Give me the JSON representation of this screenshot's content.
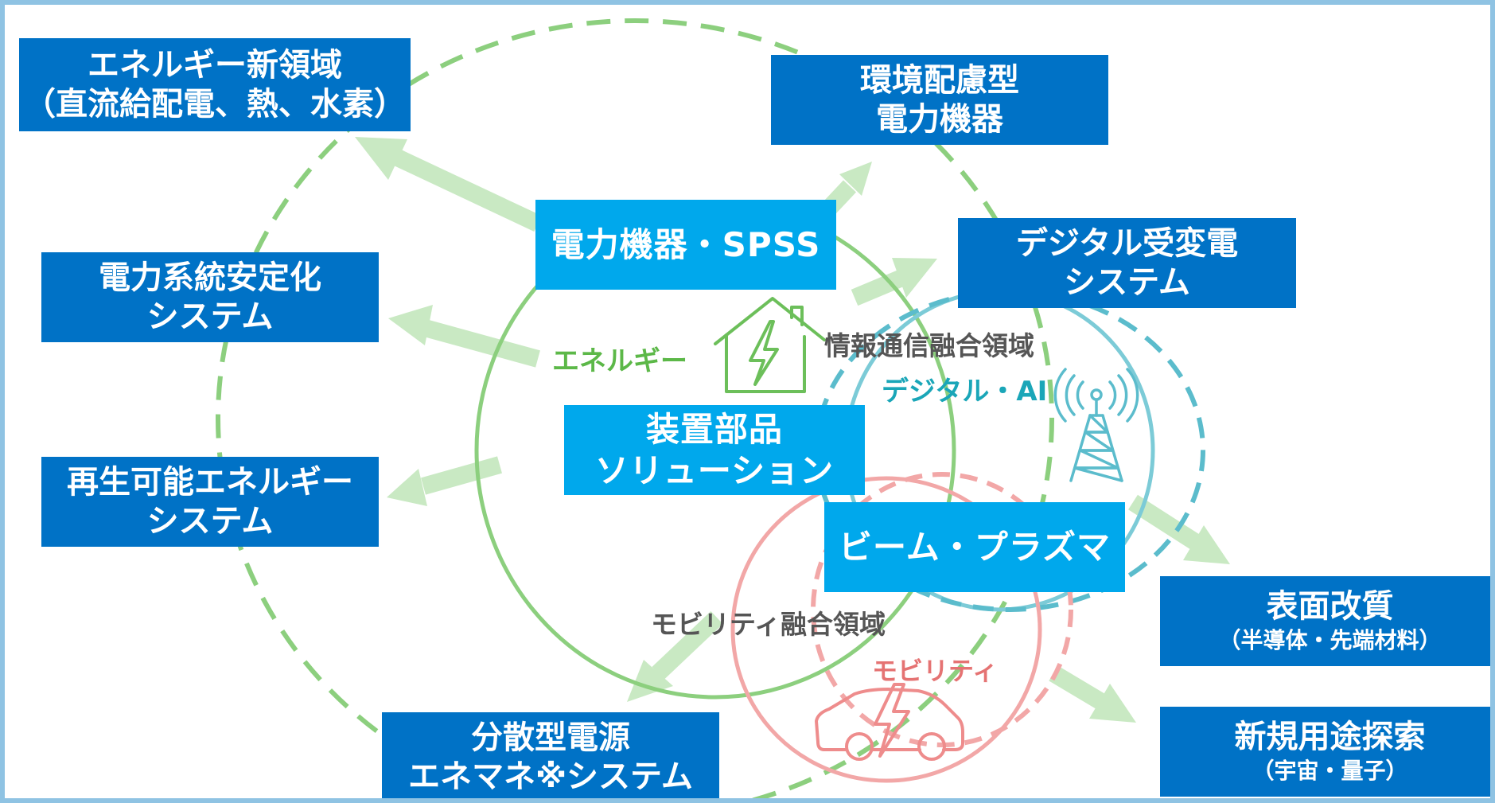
{
  "outer_boxes": {
    "energy_new_area": {
      "line1": "エネルギー新領域",
      "line2": "（直流給配電、熱、水素）"
    },
    "eco_power_equipment": {
      "line1": "環境配慮型",
      "line2": "電力機器"
    },
    "grid_stabilization": {
      "line1": "電力系統安定化",
      "line2": "システム"
    },
    "digital_substation": {
      "line1": "デジタル受変電",
      "line2": "システム"
    },
    "renewable_energy": {
      "line1": "再生可能エネルギー",
      "line2": "システム"
    },
    "distributed_power": {
      "line1": "分散型電源",
      "line2": "エネマネ※システム"
    },
    "surface_modification": {
      "line1": "表面改質",
      "line2": "（半導体・先端材料）"
    },
    "new_applications": {
      "line1": "新規用途探索",
      "line2": "（宇宙・量子）"
    }
  },
  "inner_boxes": {
    "power_equipment_spss": "電力機器・SPSS",
    "device_parts": {
      "line1": "装置部品",
      "line2": "ソリューション"
    },
    "beam_plasma": "ビーム・プラズマ"
  },
  "labels": {
    "energy": "エネルギー",
    "ict_fusion": "情報通信融合領域",
    "digital_ai": "デジタル・AI",
    "mobility_fusion": "モビリティ融合領域",
    "mobility": "モビリティ"
  },
  "colors": {
    "outer_box": "#0072c6",
    "inner_box": "#00a8ec",
    "energy": "#6cbf5a",
    "digital": "#5bbccc",
    "mobility": "#ee8c8c",
    "arrow": "#c9e9c3",
    "frame": "#8fc3e3"
  },
  "icons": [
    "house-lightning-icon",
    "radio-tower-icon",
    "electric-car-icon"
  ]
}
